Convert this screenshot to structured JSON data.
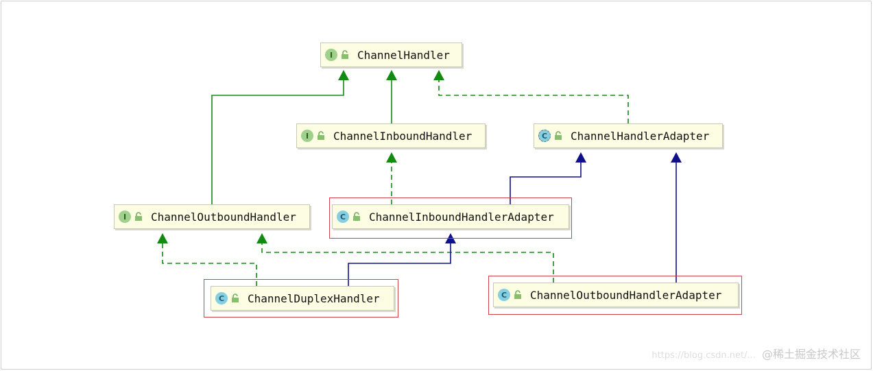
{
  "nodes": [
    {
      "id": "channel-handler",
      "label": "ChannelHandler",
      "kind": "interface",
      "badge": "I",
      "highlighted": false
    },
    {
      "id": "channel-inbound-handler",
      "label": "ChannelInboundHandler",
      "kind": "interface",
      "badge": "I",
      "highlighted": false
    },
    {
      "id": "channel-handler-adapter",
      "label": "ChannelHandlerAdapter",
      "kind": "abstract-class",
      "badge": "C",
      "highlighted": false
    },
    {
      "id": "channel-outbound-handler",
      "label": "ChannelOutboundHandler",
      "kind": "interface",
      "badge": "I",
      "highlighted": false
    },
    {
      "id": "channel-inbound-handler-adapter",
      "label": "ChannelInboundHandlerAdapter",
      "kind": "class",
      "badge": "C",
      "highlighted": true
    },
    {
      "id": "channel-duplex-handler",
      "label": "ChannelDuplexHandler",
      "kind": "class",
      "badge": "C",
      "highlighted": true
    },
    {
      "id": "channel-outbound-handler-adapter",
      "label": "ChannelOutboundHandlerAdapter",
      "kind": "class",
      "badge": "C",
      "highlighted": true
    }
  ],
  "edges": [
    {
      "from": "channel-outbound-handler",
      "to": "channel-handler",
      "type": "extends-interface"
    },
    {
      "from": "channel-inbound-handler",
      "to": "channel-handler",
      "type": "extends-interface"
    },
    {
      "from": "channel-handler-adapter",
      "to": "channel-handler",
      "type": "implements"
    },
    {
      "from": "channel-inbound-handler-adapter",
      "to": "channel-inbound-handler",
      "type": "implements"
    },
    {
      "from": "channel-inbound-handler-adapter",
      "to": "channel-handler-adapter",
      "type": "extends-class"
    },
    {
      "from": "channel-outbound-handler-adapter",
      "to": "channel-handler-adapter",
      "type": "extends-class"
    },
    {
      "from": "channel-duplex-handler",
      "to": "channel-outbound-handler",
      "type": "implements"
    },
    {
      "from": "channel-outbound-handler-adapter",
      "to": "channel-outbound-handler",
      "type": "implements"
    },
    {
      "from": "channel-duplex-handler",
      "to": "channel-inbound-handler-adapter",
      "type": "extends-class"
    }
  ],
  "colors": {
    "interface_edge": "#138a13",
    "class_edge": "#10108a",
    "highlight_box": "#d0414a",
    "node_fill": "#fdfde3"
  },
  "watermark": {
    "url": "https://blog.csdn.net/...",
    "text": "@稀土掘金技术社区"
  }
}
